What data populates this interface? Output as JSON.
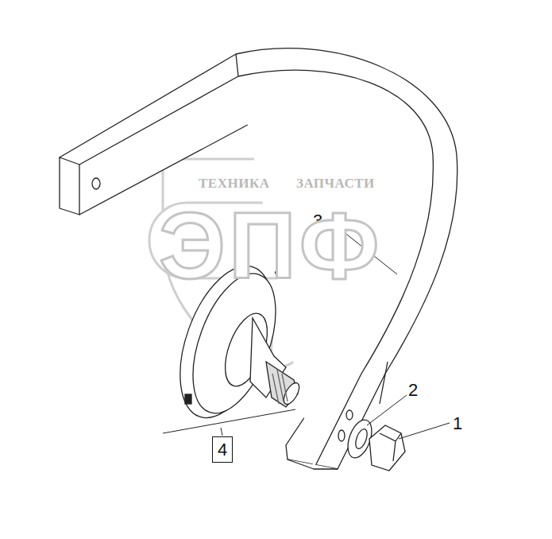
{
  "diagram": {
    "nodes": [
      {
        "text": [
          "4"
        ]
      }
    ],
    "labels": [
      "3",
      "2",
      "1",
      "ТЕХНИКА",
      "ЗАПЧАСТИ",
      "ЭПФ"
    ]
  }
}
